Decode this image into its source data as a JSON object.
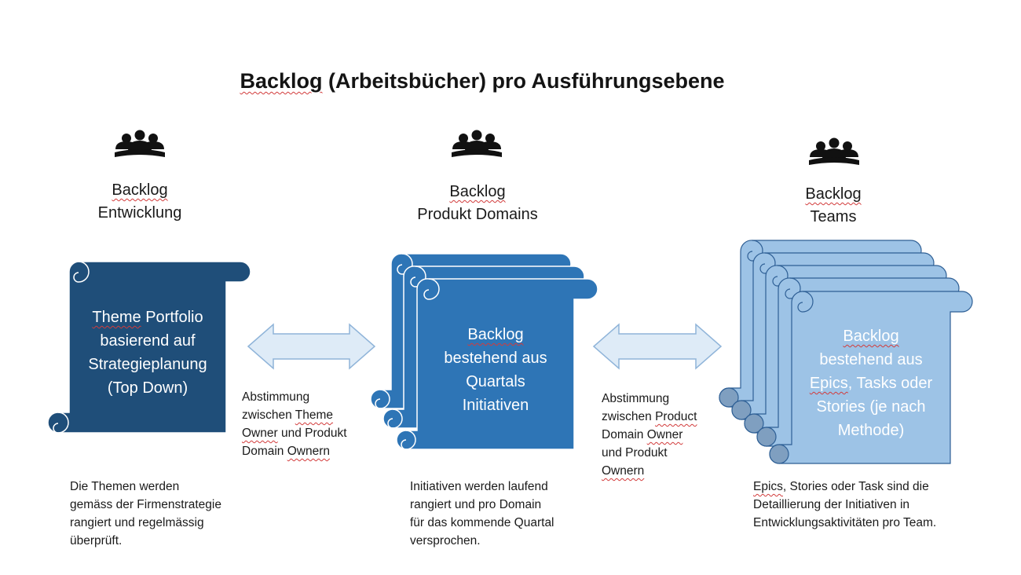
{
  "title": {
    "part1": "Backlog",
    "part2": " (Arbeitsbücher)  pro Ausführungsebene"
  },
  "columns": [
    {
      "heading": {
        "line1": "Backlog",
        "line2": "Entwicklung"
      },
      "scroll": {
        "w1": "Theme",
        "w1_rest": " Portfolio",
        "line2": "basierend auf",
        "line3": "Strategieplanung",
        "line4": "(Top Down)"
      },
      "note": [
        "Die Themen werden",
        "gemäss der Firmenstrategie",
        "rangiert und regelmässig",
        "überprüft."
      ]
    },
    {
      "heading": {
        "line1": "Backlog",
        "line2": "Produkt Domains"
      },
      "scroll": {
        "line1": "Backlog",
        "line2": "bestehend aus",
        "line3": "Quartals",
        "line4": "Initiativen"
      },
      "note": [
        "Initiativen werden laufend",
        "rangiert und pro Domain",
        "für das kommende Quartal",
        "versprochen."
      ]
    },
    {
      "heading": {
        "line1": "Backlog",
        "line2": "Teams"
      },
      "scroll": {
        "line1": "Backlog",
        "line2": "bestehend aus",
        "line3a": "Epics",
        "line3b": ", Tasks oder",
        "line4": "Stories (je nach",
        "line5": "Methode)"
      },
      "note": {
        "line1a": "Epics",
        "line1b": ", Stories oder Task sind die",
        "line2": "Detaillierung der Initiativen in",
        "line3": "Entwicklungsaktivitäten pro Team."
      }
    }
  ],
  "arrows": [
    {
      "line1": "Abstimmung",
      "line2": "zwischen ",
      "line2b": "Theme",
      "line3a": "Owner",
      "line3b": " und Produkt",
      "line4a": "Domain ",
      "line4b": "Ownern"
    },
    {
      "line1": "Abstimmung",
      "line2": "zwischen ",
      "line2b": "Product",
      "line3a": "Domain ",
      "line3b": "Owner",
      "line4": "und Produkt",
      "line5": "Ownern"
    }
  ],
  "colors": {
    "dark_scroll": "#1f4e79",
    "mid_scroll": "#2e75b6",
    "light_scroll": "#9dc3e6",
    "arrow_fill": "#deebf7",
    "arrow_stroke": "#8fb4d9"
  },
  "icons": [
    "group-icon",
    "group-icon",
    "group-icon"
  ]
}
